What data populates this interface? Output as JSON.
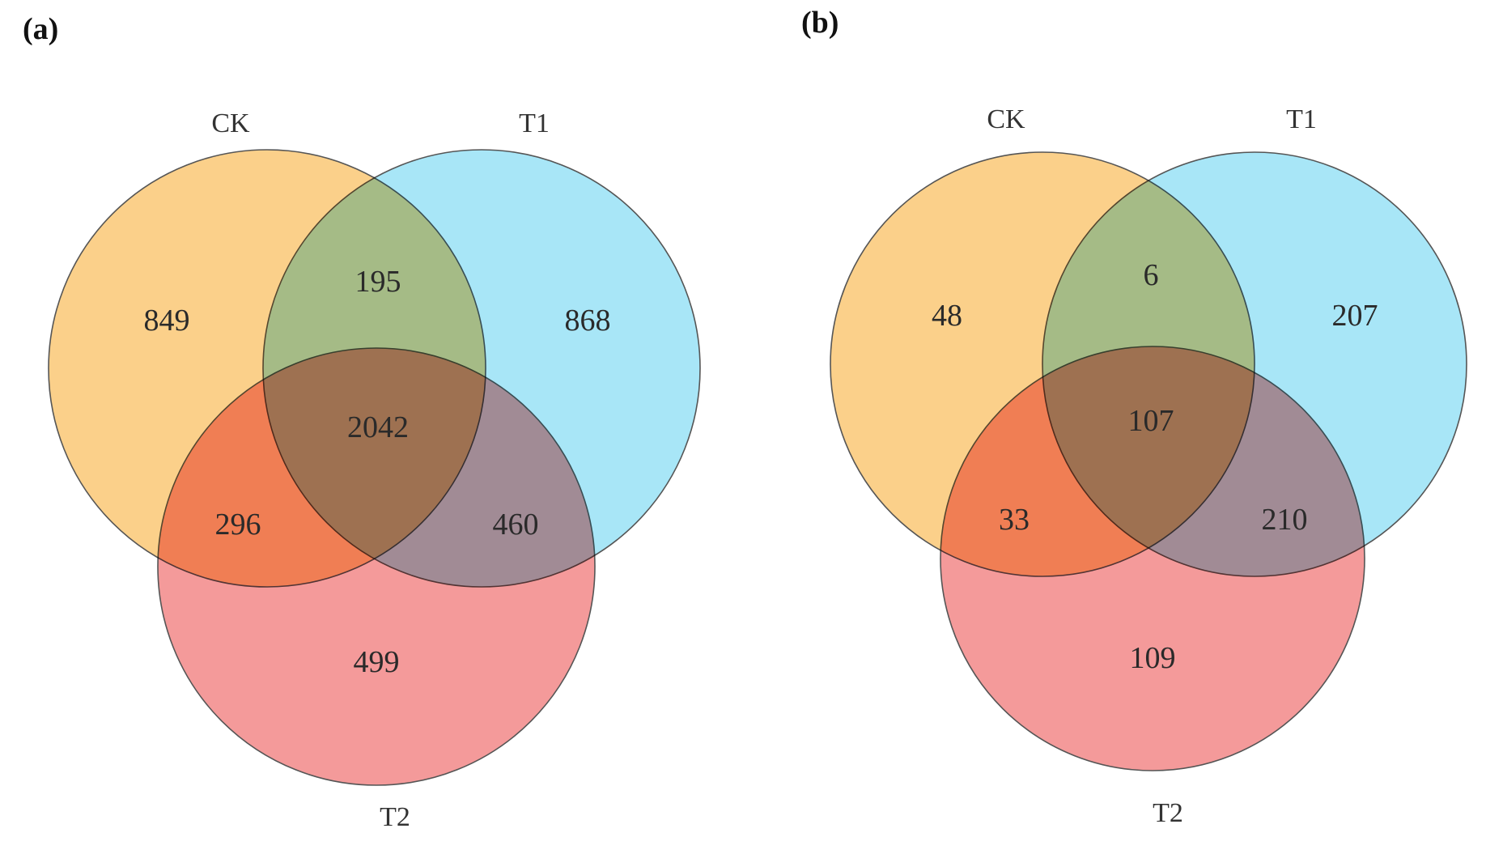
{
  "panels": [
    {
      "label": "(a)",
      "sets": {
        "ck": "CK",
        "t1": "T1",
        "t2": "T2"
      },
      "counts": {
        "ck_only": "849",
        "t1_only": "868",
        "t2_only": "499",
        "ck_t1": "195",
        "ck_t2": "296",
        "t1_t2": "460",
        "all": "2042"
      }
    },
    {
      "label": "(b)",
      "sets": {
        "ck": "CK",
        "t1": "T1",
        "t2": "T2"
      },
      "counts": {
        "ck_only": "48",
        "t1_only": "207",
        "t2_only": "109",
        "ck_t1": "6",
        "ck_t2": "33",
        "t1_t2": "210",
        "all": "107"
      }
    }
  ],
  "colors": {
    "ck": "#fbd08a",
    "t1": "#a8e6f7",
    "t2": "#f49a9a"
  }
}
